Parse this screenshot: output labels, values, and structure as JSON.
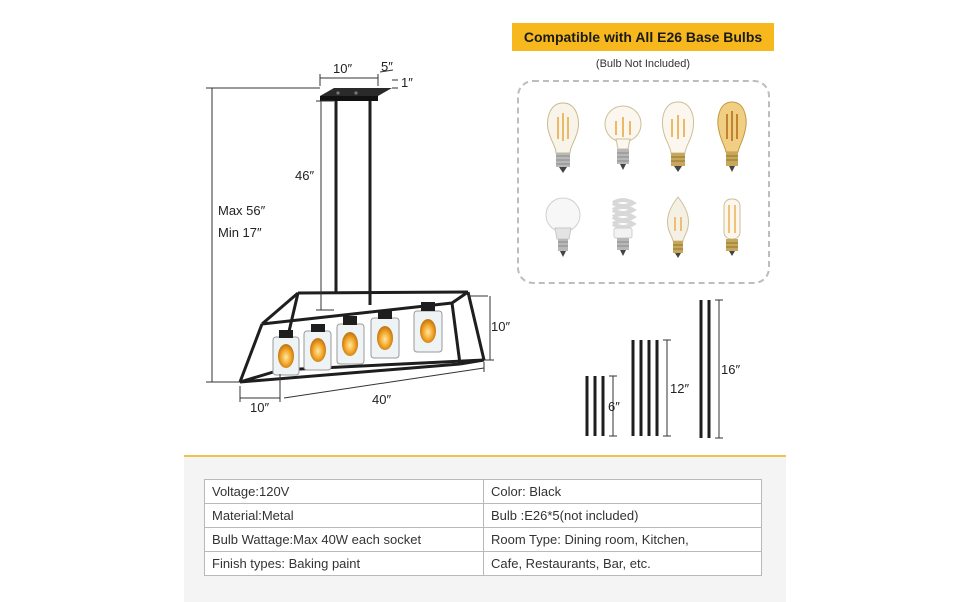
{
  "dimensions": {
    "canopy_width": "10″",
    "canopy_depth": "5″",
    "canopy_height": "1″",
    "rod_length": "46″",
    "max_height": "Max 56″",
    "min_height": "Min 17″",
    "cage_height": "10″",
    "cage_depth": "10″",
    "cage_length": "40″"
  },
  "compatibility": {
    "title": "Compatible with All E26 Base Bulbs",
    "note": "(Bulb Not Included)",
    "bulb_icons": [
      "edison-st64-bulb-icon",
      "a19-filament-bulb-icon",
      "globe-filament-bulb-icon",
      "amber-edison-bulb-icon",
      "led-a19-bulb-icon",
      "cfl-spiral-bulb-icon",
      "flame-tip-bulb-icon",
      "tubular-bulb-icon"
    ]
  },
  "rods": {
    "short": "6″",
    "medium": "12″",
    "long": "16″"
  },
  "specs": [
    [
      "Voltage:120V",
      "Color: Black"
    ],
    [
      "Material:Metal",
      "Bulb :E26*5(not included)"
    ],
    [
      "Bulb Wattage:Max 40W each socket",
      "Room Type:  Dining room, Kitchen,"
    ],
    [
      "Finish types:  Baking paint",
      "Cafe, Restaurants, Bar, etc."
    ]
  ],
  "colors": {
    "accent": "#f6b81c",
    "frame": "#1e1e1e",
    "bulb_glow": "#f3a82a"
  }
}
